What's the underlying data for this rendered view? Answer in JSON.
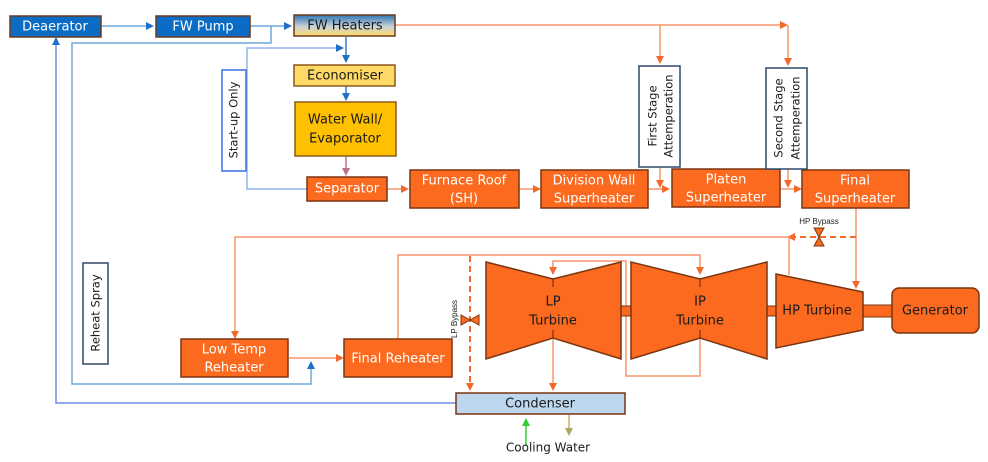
{
  "colors": {
    "blue_box": "#0a6cc4",
    "orange_box": "#fb6a1f",
    "yellow_light": "#ffd966",
    "yellow_dark": "#ffc000",
    "condenser": "#bdd7ee",
    "orange_line": "#f7966b",
    "blue_line": "#5b9bd5",
    "box_border": "#7a3410"
  },
  "nodes": {
    "deaerator": "Deaerator",
    "fw_pump": "FW Pump",
    "fw_heaters": "FW Heaters",
    "economiser": "Economiser",
    "water_wall_1": "Water Wall/",
    "water_wall_2": "Evaporator",
    "separator": "Separator",
    "furnace_roof_1": "Furnace Roof",
    "furnace_roof_2": "(SH)",
    "division_wall_1": "Division Wall",
    "division_wall_2": "Superheater",
    "platen_1": "Platen",
    "platen_2": "Superheater",
    "final_sh_1": "Final",
    "final_sh_2": "Superheater",
    "first_stage_1": "First Stage",
    "first_stage_2": "Attemperation",
    "second_stage_1": "Second Stage",
    "second_stage_2": "Attemperation",
    "startup_only": "Start-up Only",
    "reheat_spray": "Reheat Spray",
    "low_temp_rh_1": "Low Temp",
    "low_temp_rh_2": "Reheater",
    "final_rh": "Final Reheater",
    "lp_turbine_1": "LP",
    "lp_turbine_2": "Turbine",
    "ip_turbine_1": "IP",
    "ip_turbine_2": "Turbine",
    "hp_turbine": "HP Turbine",
    "generator": "Generator",
    "condenser": "Condenser",
    "cooling_water": "Cooling Water",
    "hp_bypass": "HP Bypass",
    "lp_bypass": "LP Bypass"
  }
}
